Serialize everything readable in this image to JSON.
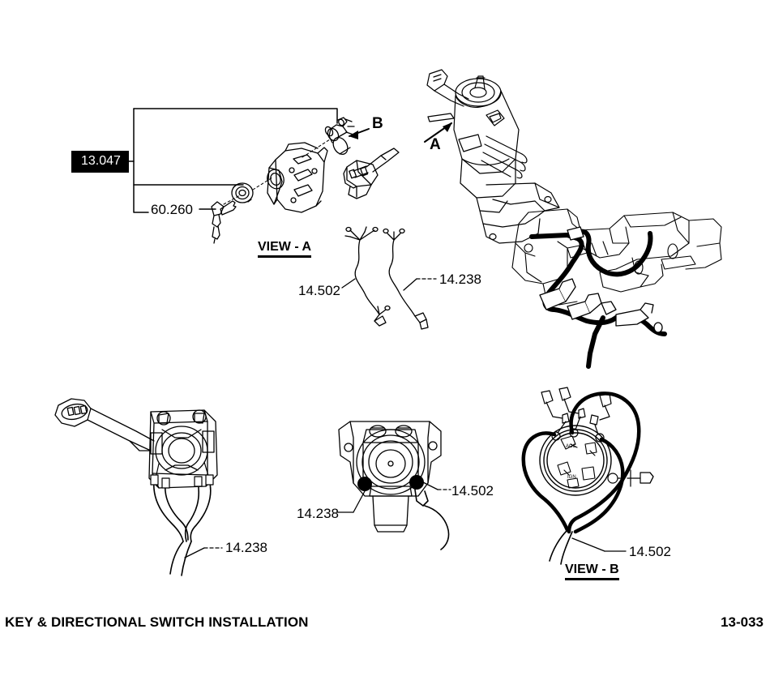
{
  "page": {
    "background_color": "#ffffff",
    "ink_color": "#000000",
    "footer": {
      "title": "KEY & DIRECTIONAL SWITCH INSTALLATION",
      "page_number": "13-033"
    }
  },
  "figures": {
    "view_a": {
      "caption": "VIEW - A",
      "assembly_callout": "13.047",
      "labels": {
        "key_lock_cylinder": "60.260",
        "ignition_switch_arrow": "B"
      }
    },
    "column_assembly": {
      "labels": {
        "column_arrow": "A"
      }
    },
    "harness_pair": {
      "labels": {
        "left_harness": "14.502",
        "right_harness": "14.238"
      }
    },
    "directional_switch_detail": {
      "labels": {
        "wire": "14.238"
      }
    },
    "switch_front_detail": {
      "labels": {
        "left_terminal": "14.238",
        "right_terminal": "14.502"
      }
    },
    "view_b": {
      "caption": "VIEW - B",
      "labels": {
        "ignition_harness": "14.502"
      }
    }
  }
}
